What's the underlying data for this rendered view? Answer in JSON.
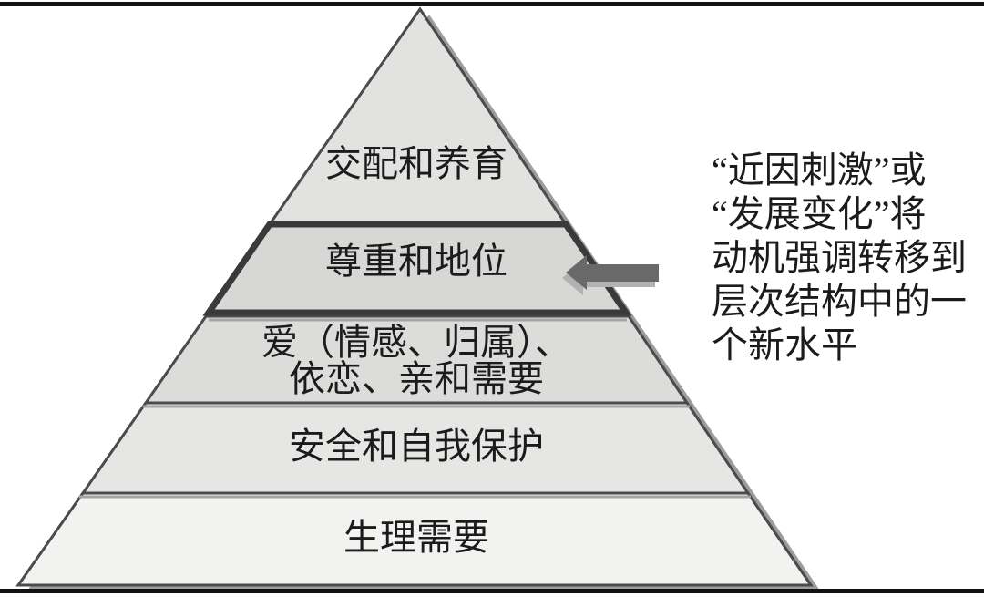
{
  "pyramid": {
    "levels": [
      {
        "label": "交配和养育",
        "fill": "#e2e2e1",
        "highlighted": false
      },
      {
        "label": "尊重和地位",
        "fill": "#d7d7d6",
        "highlighted": true
      },
      {
        "label_lines": [
          "爱（情感、归属）、",
          "依恋、亲和需要"
        ],
        "fill": "#dcdcdb",
        "highlighted": false
      },
      {
        "label": "安全和自我保护",
        "fill": "#e6e6e5",
        "highlighted": false
      },
      {
        "label": "生理需要",
        "fill": "#f2f2f1",
        "highlighted": false
      }
    ],
    "outline_color": "#4b4b4b",
    "highlight_border_color": "#3a3a3a",
    "shadow_color": "#9d9d9d",
    "divider_shadow_color": "#a4a4a4"
  },
  "arrow": {
    "direction": "left",
    "color": "#696969",
    "shadow_color": "#b2b2b2"
  },
  "annotation": {
    "lines": [
      "“近因刺激”或",
      "“发展变化”将",
      "动机强调转移到",
      "层次结构中的一",
      "个新水平"
    ],
    "text_color": "#1b1b1b"
  },
  "frame": {
    "background": "#ffffff",
    "top_bar_color": "#111111",
    "bottom_bar_color": "#111111"
  }
}
